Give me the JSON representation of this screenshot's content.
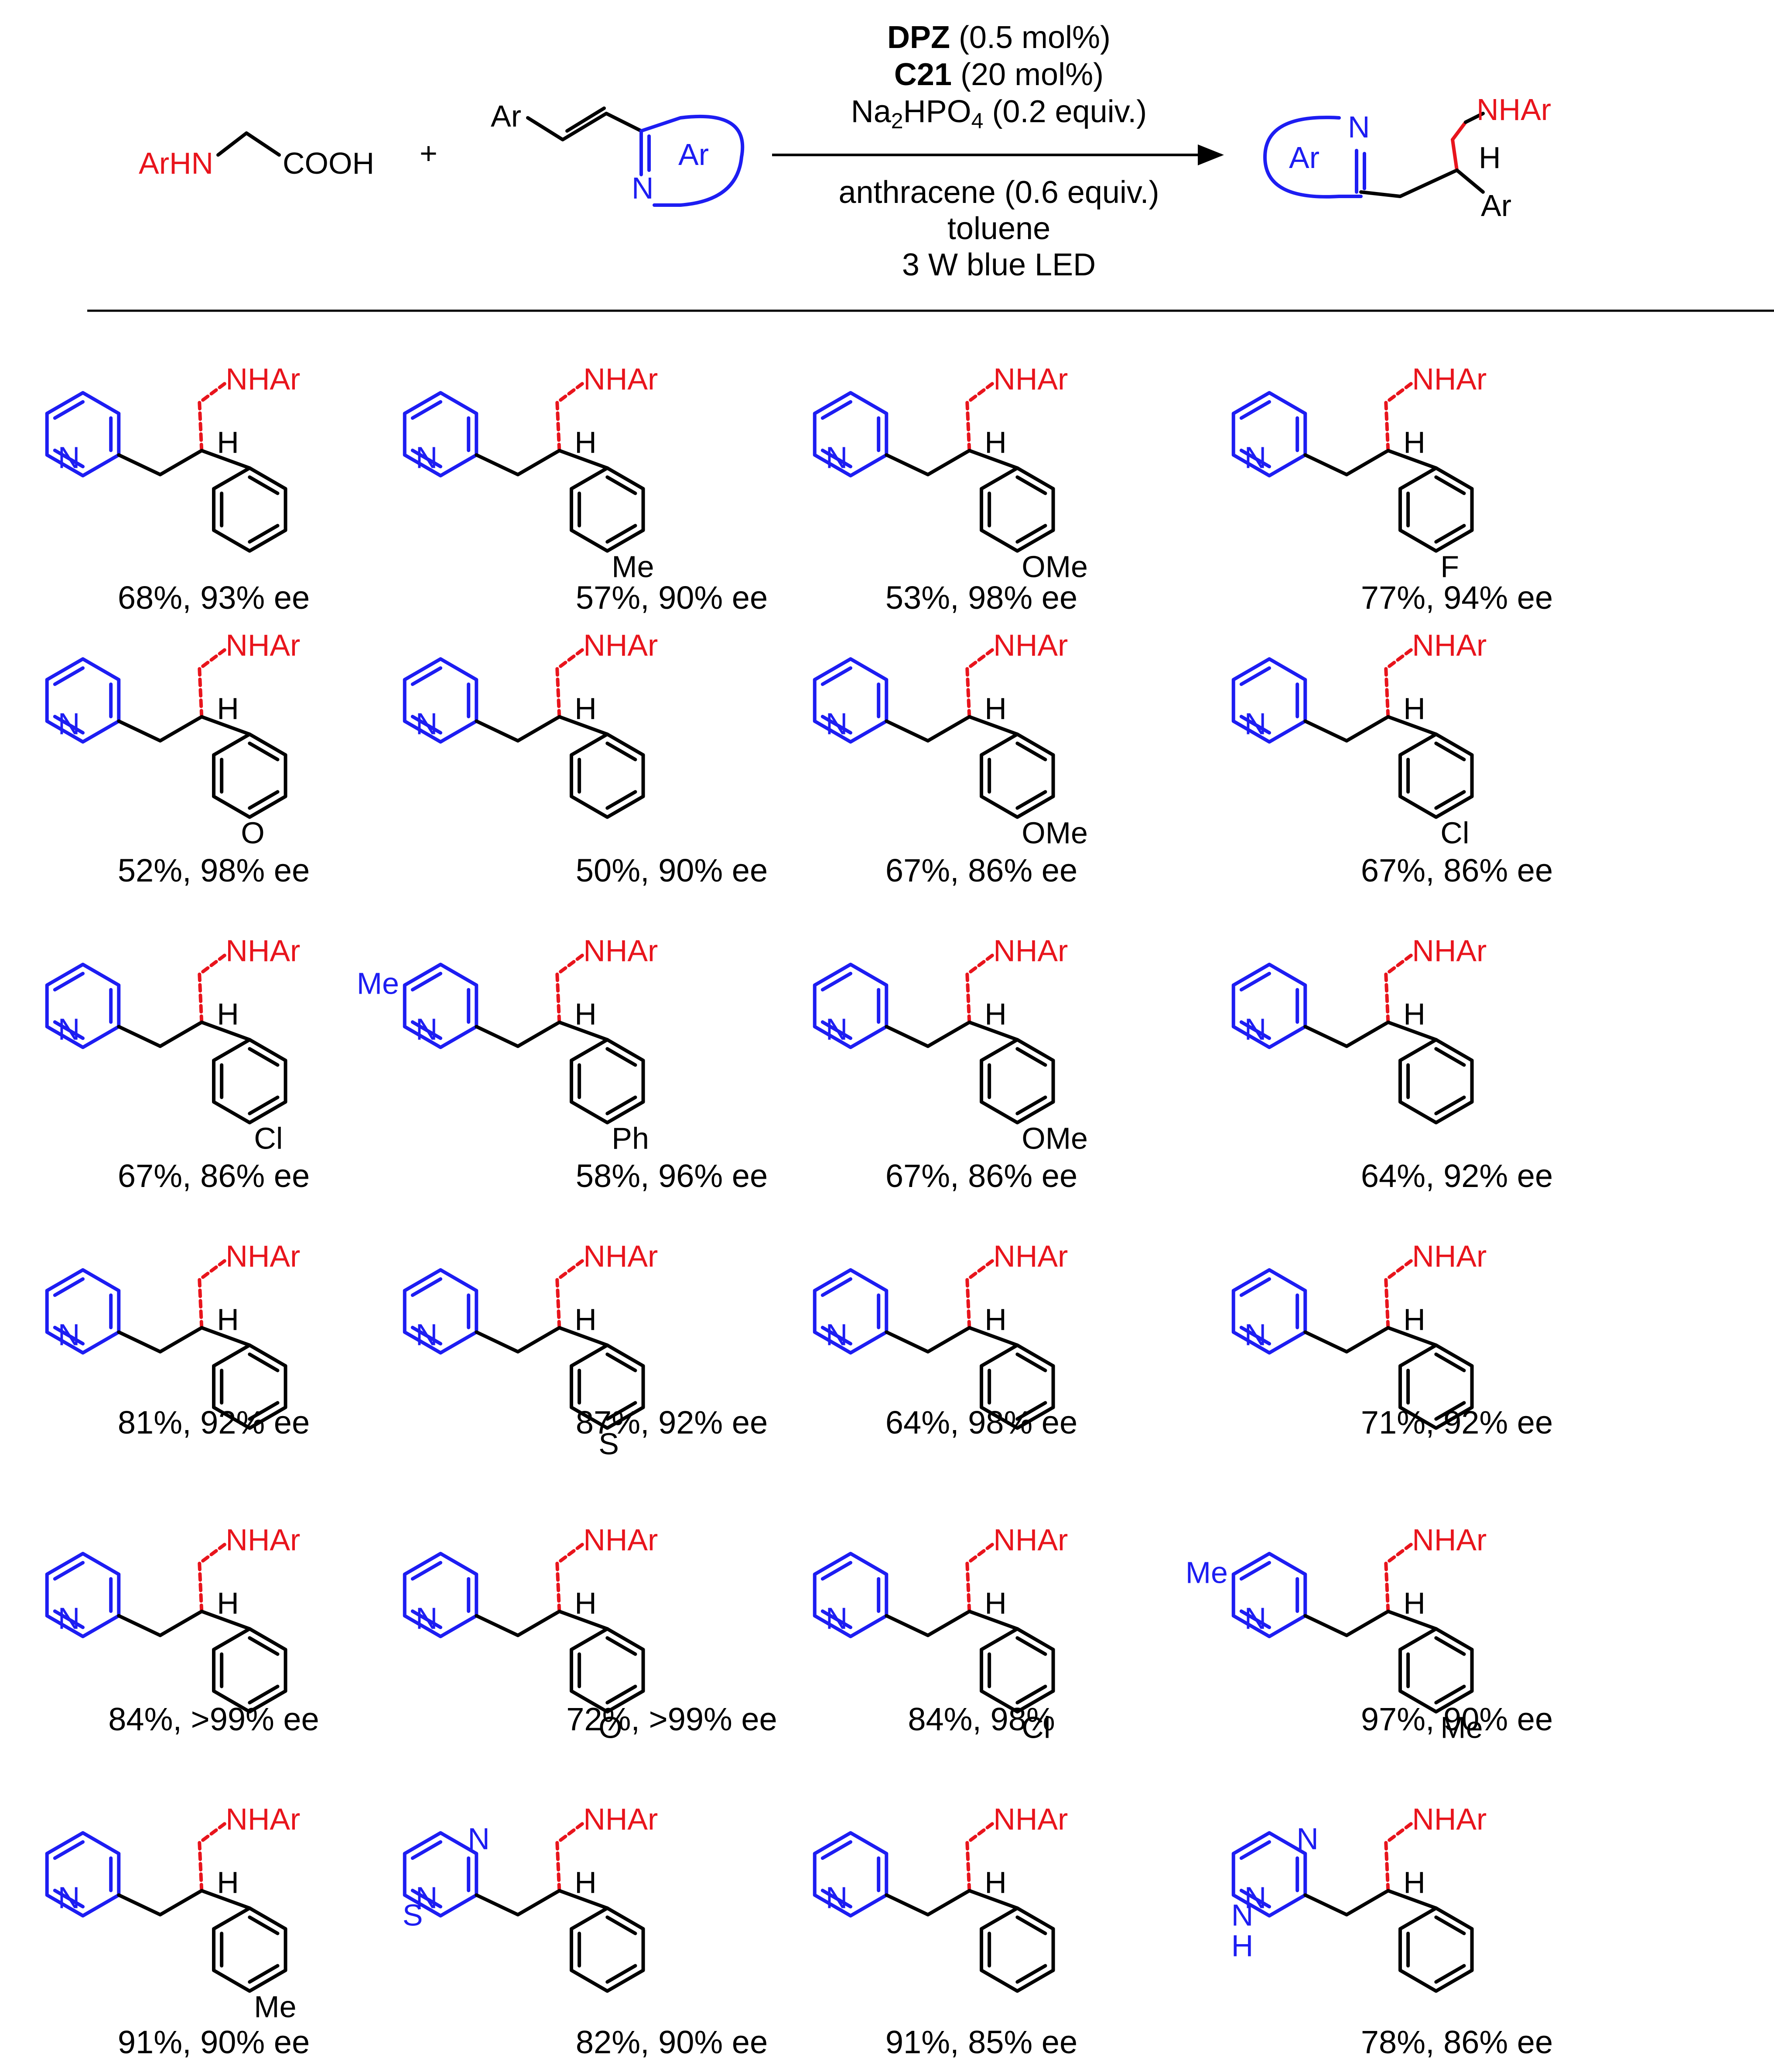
{
  "reaction": {
    "reactant1_amine": "ArHN",
    "reactant1_acid": "COOH",
    "plus": "+",
    "reactant2_ar": "Ar",
    "reactant2_ring_ar": "Ar",
    "reactant2_n": "N",
    "conditions_above": {
      "dpz_bold": "DPZ",
      "dpz_amount": "(0.5 mol%)",
      "c21_bold": "C21",
      "c21_amount": "(20 mol%)",
      "base_na": "Na",
      "base_sub2": "2",
      "base_hpo": "HPO",
      "base_sub4": "4",
      "base_amount": "(0.2 equiv.)"
    },
    "conditions_below": [
      "anthracene (0.6 equiv.)",
      "toluene",
      "3 W blue LED"
    ],
    "product": {
      "ring_ar": "Ar",
      "n": "N",
      "nhar": "NHAr",
      "h": "H",
      "ar": "Ar"
    }
  },
  "labels": {
    "nhar": "NHAr",
    "h": "H",
    "n": "N"
  },
  "products": [
    {
      "yield": "68%, 93% ee"
    },
    {
      "yield": "57%, 90% ee",
      "sub": "Me"
    },
    {
      "yield": "53%, 98% ee",
      "sub": "OMe"
    },
    {
      "yield": "77%, 94% ee",
      "sub": "F"
    },
    {
      "yield": "52%, 98% ee",
      "hetero": "O"
    },
    {
      "yield": "50%, 90% ee"
    },
    {
      "yield": "67%, 86% ee",
      "sub": "OMe"
    },
    {
      "yield": "67%, 86% ee",
      "sub": "Cl"
    },
    {
      "yield": "67%, 86% ee",
      "sub": "Cl"
    },
    {
      "yield": "58%, 96% ee",
      "sub": "Ph",
      "sub2": "Me"
    },
    {
      "yield": "67%, 86% ee",
      "sub": "OMe"
    },
    {
      "yield": "64%, 92% ee"
    },
    {
      "yield": "81%, 92% ee"
    },
    {
      "yield": "87%, 92% ee",
      "hetero": "S"
    },
    {
      "yield": "64%, 98% ee"
    },
    {
      "yield": "71%, 92% ee"
    },
    {
      "yield": "84%, >99% ee"
    },
    {
      "yield": "72%, >99% ee",
      "hetero": "O"
    },
    {
      "yield": "84%, 98%",
      "sub": "Cl"
    },
    {
      "yield": "97%, 90% ee",
      "sub": "Me",
      "sub2": "Me"
    },
    {
      "yield": "91%, 90% ee",
      "sub": "Me"
    },
    {
      "yield": "82%, 90% ee",
      "hetero1": "N",
      "hetero2": "S"
    },
    {
      "yield": "91%, 85% ee"
    },
    {
      "yield": "78%, 86% ee",
      "hetero1": "N",
      "hetero2": "N",
      "hetero3": "H"
    }
  ],
  "colors": {
    "heteroaryl": "#1d1df2",
    "amine": "#e8141c",
    "text": "#000000"
  }
}
